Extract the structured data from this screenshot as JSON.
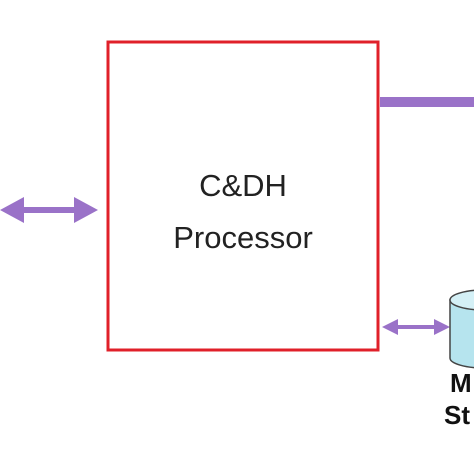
{
  "processor": {
    "line1": "C&DH",
    "line2": "Processor"
  },
  "storage": {
    "line1": "M",
    "line2": "St"
  },
  "colors": {
    "processor_border": "#e0202a",
    "connector": "#9a72c8",
    "storage_fill": "#b6e4ee",
    "storage_stroke": "#444444"
  }
}
